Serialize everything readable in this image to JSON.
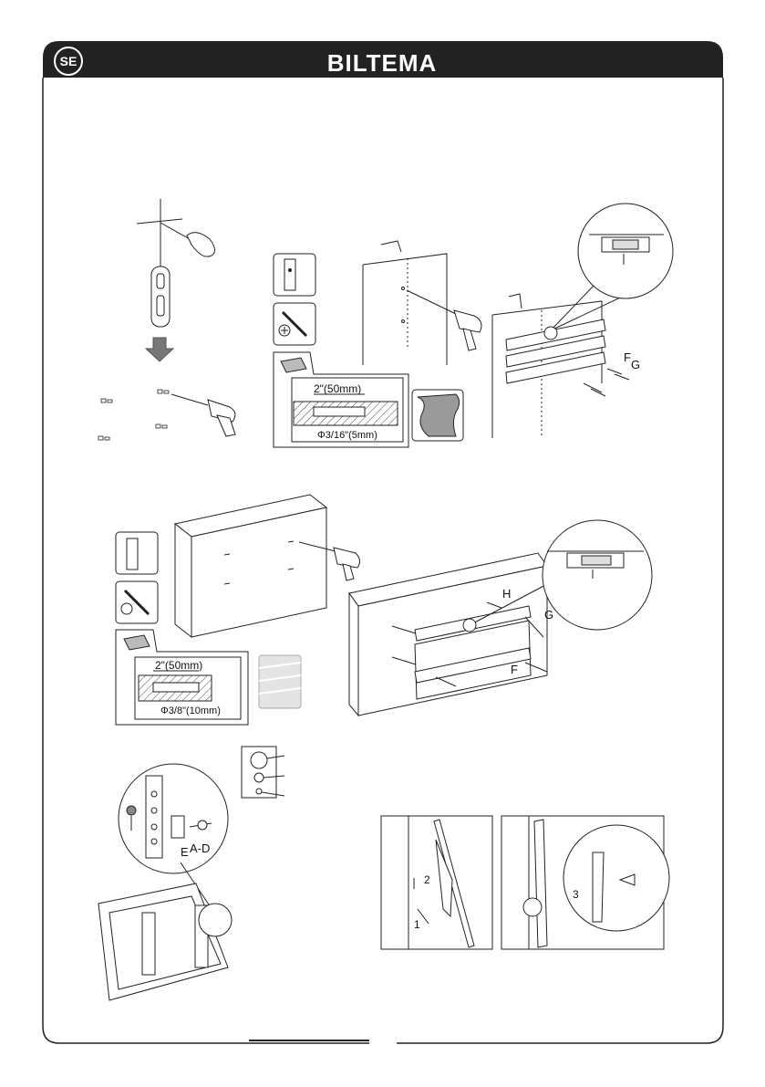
{
  "header": {
    "language_badge": "SE",
    "brand": "BILTEMA",
    "bar_color": "#222222",
    "brand_color": "#ffffff"
  },
  "section_wood": {
    "drill_depth": "2\"(50mm)",
    "drill_diameter": "Φ3/16\"(5mm)",
    "label_f": "F",
    "label_g": "G"
  },
  "section_brick": {
    "drill_depth": "2\"(50mm)",
    "drill_diameter": "Φ3/8\"(10mm)",
    "label_h": "H",
    "label_g": "G",
    "label_f": "F"
  },
  "section_tv": {
    "label_e": "E",
    "label_ad": "A-D"
  },
  "section_hang": {
    "step_1": "1",
    "step_2": "2",
    "step_3": "3"
  }
}
